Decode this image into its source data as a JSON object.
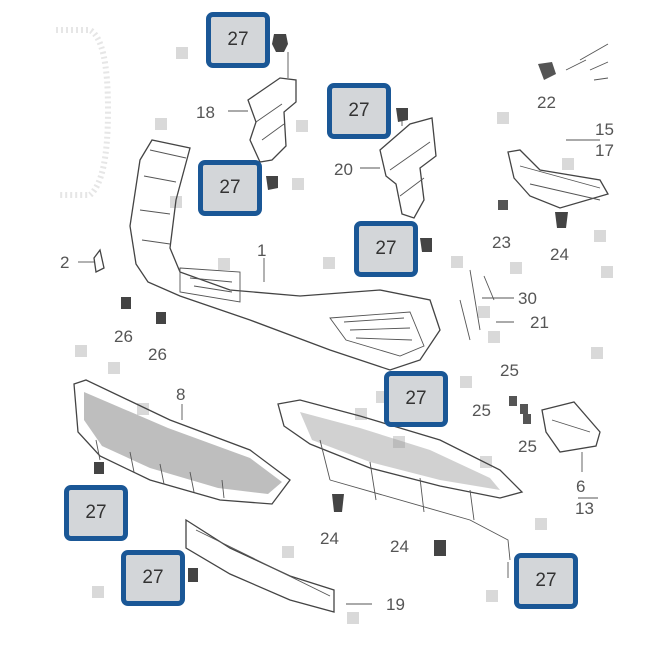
{
  "figure": {
    "highlighted_part": "27",
    "highlight_color": "#1a5796",
    "highlight_fill": "#d3d6d9",
    "callouts": [
      "27",
      "27",
      "27",
      "27",
      "27",
      "27",
      "27",
      "27"
    ],
    "parts": {
      "p1": "1",
      "p2": "2",
      "p6": "6",
      "p8": "8",
      "p13": "13",
      "p15": "15",
      "p17": "17",
      "p18": "18",
      "p19": "19",
      "p20": "20",
      "p21": "21",
      "p22": "22",
      "p23": "23",
      "p24a": "24",
      "p24b": "24",
      "p24c": "24",
      "p25a": "25",
      "p25b": "25",
      "p25c": "25",
      "p26a": "26",
      "p26b": "26",
      "p30": "30"
    }
  }
}
